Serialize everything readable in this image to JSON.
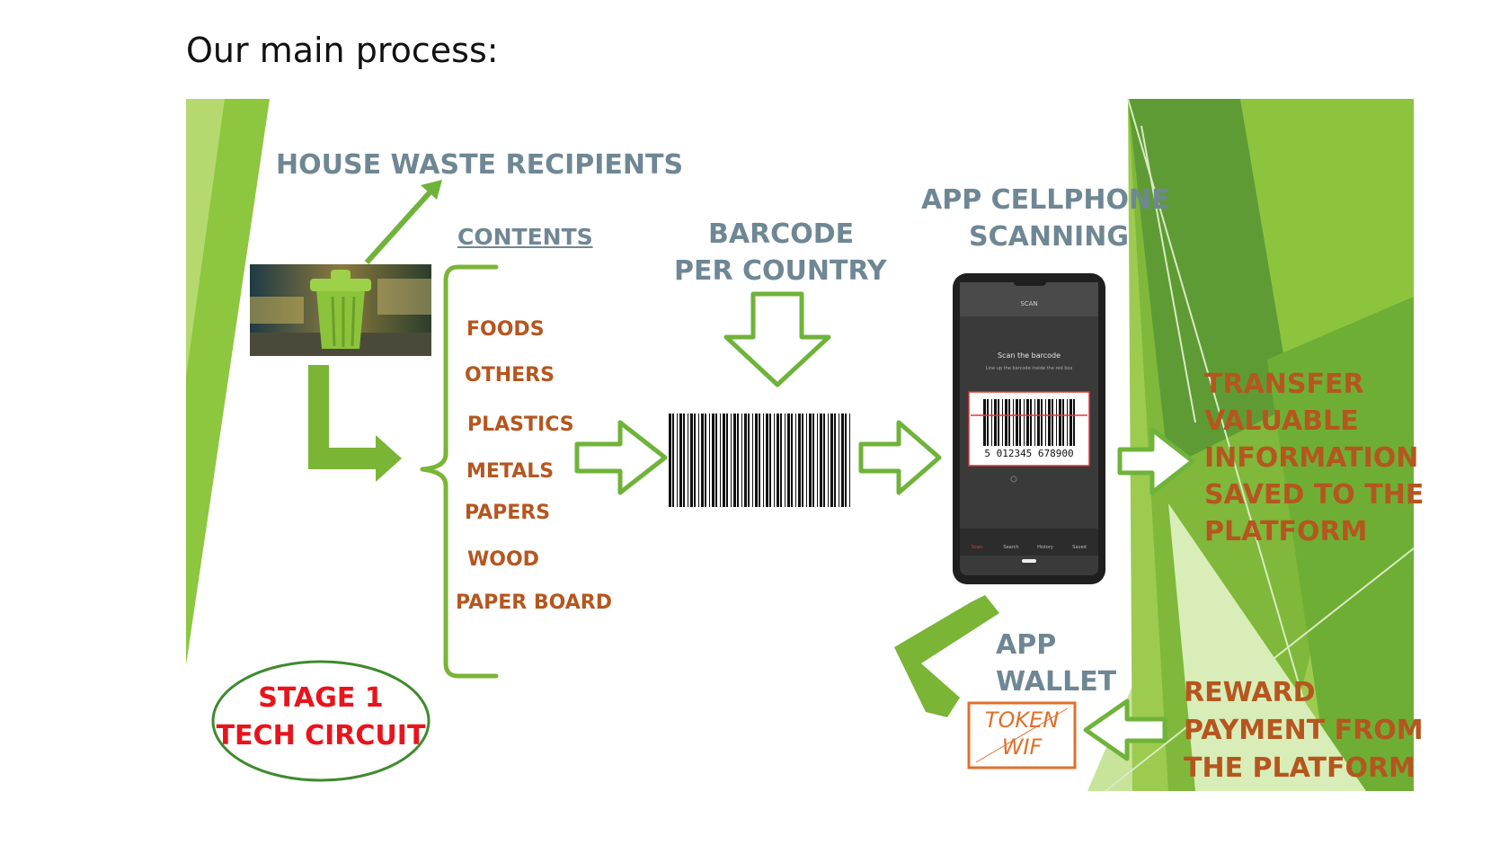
{
  "heading": "Our main process:",
  "labels": {
    "house_waste": "HOUSE WASTE RECIPIENTS",
    "contents": "CONTENTS",
    "barcode_line1": "BARCODE",
    "barcode_line2": "PER COUNTRY",
    "app_line1": "APP CELLPHONE",
    "app_line2": "SCANNING",
    "transfer": [
      "TRANSFER",
      "VALUABLE",
      "INFORMATION",
      "SAVED TO THE",
      "PLATFORM"
    ],
    "app_wallet_line1": "APP",
    "app_wallet_line2": "WALLET",
    "token_line1": "TOKEN",
    "token_line2": "WIF",
    "reward": [
      "REWARD",
      "PAYMENT FROM",
      "THE PLATFORM"
    ],
    "stage_line1": "STAGE 1",
    "stage_line2": "TECH CIRCUIT"
  },
  "contents_items": [
    "FOODS",
    "OTHERS",
    "PLASTICS",
    "METALS",
    "PAPERS",
    "WOOD",
    "PAPER BOARD"
  ],
  "phone": {
    "top_title": "SCAN",
    "scan_title": "Scan the barcode",
    "scan_hint": "Line up the barcode inside the red box",
    "barcode_digits": "5 012345 678900",
    "nav": [
      "Scan",
      "Search",
      "History",
      "Saved"
    ]
  },
  "colors": {
    "green_light": "#a6cf52",
    "green_mid": "#7ab536",
    "green_dark": "#5c9430",
    "label_blue": "#6f8794",
    "label_brown": "#b5561f",
    "stage_red": "#e8141c"
  }
}
